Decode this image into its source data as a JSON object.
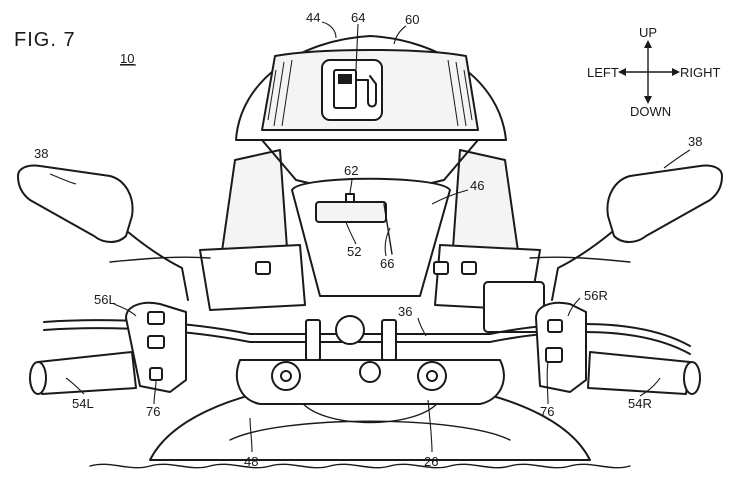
{
  "figure": {
    "title": "FIG. 7",
    "reference": "10"
  },
  "compass": {
    "up": "UP",
    "down": "DOWN",
    "left": "LEFT",
    "right": "RIGHT"
  },
  "labels": {
    "windscreen": "44",
    "display_panel": "60",
    "fuel_icon_ref": "64",
    "mirror_left": "38",
    "mirror_right": "38",
    "camera": "62",
    "meter_cover": "46",
    "meter_display": "52",
    "meter_frame": "66",
    "handlebar": "36",
    "switch_left": "56L",
    "switch_right": "56R",
    "grip_left": "54L",
    "grip_right": "54R",
    "button_left": "76",
    "button_right": "76",
    "fuel_tank": "48",
    "steering_stem": "26"
  },
  "icons": {
    "display_icon": "fuel-pump-icon"
  }
}
